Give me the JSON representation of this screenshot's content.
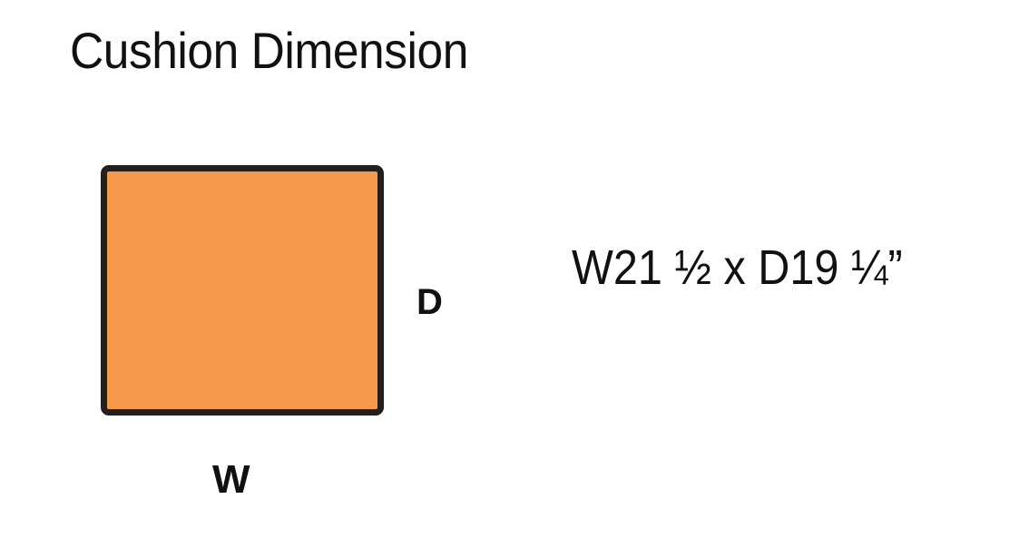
{
  "title": "Cushion Dimension",
  "diagram": {
    "shape": "cushion-rectangle",
    "fill_color": "#f6994b",
    "border_color": "#231f1f",
    "depth_label": "D",
    "width_label": "W"
  },
  "dimension_text": "W21 ½ x D19 ¼”"
}
